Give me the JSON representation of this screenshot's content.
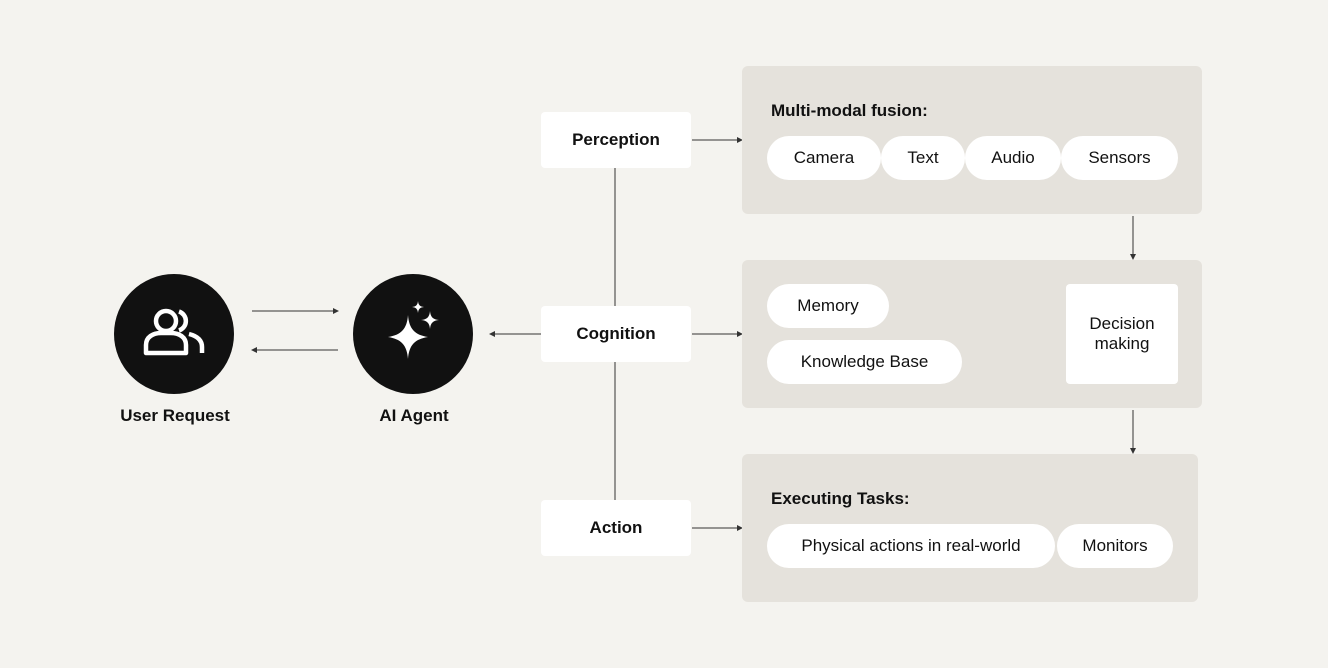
{
  "nodes": {
    "user_request": {
      "label": "User Request"
    },
    "ai_agent": {
      "label": "AI Agent"
    }
  },
  "stages": {
    "perception": "Perception",
    "cognition": "Cognition",
    "action": "Action"
  },
  "panels": {
    "perception": {
      "title": "Multi-modal fusion:",
      "items": [
        "Camera",
        "Text",
        "Audio",
        "Sensors"
      ]
    },
    "cognition": {
      "inputs": [
        "Memory",
        "Knowledge Base"
      ],
      "decision": "Decision making"
    },
    "action": {
      "title": "Executing Tasks:",
      "items": [
        "Physical actions in real-world",
        "Monitors"
      ]
    }
  },
  "icons": {
    "user_request": "users-icon",
    "ai_agent": "sparkle-icon"
  },
  "colors": {
    "background": "#f4f3ef",
    "panel": "#e5e2dc",
    "node": "#111111",
    "card": "#ffffff",
    "line": "#333333"
  }
}
